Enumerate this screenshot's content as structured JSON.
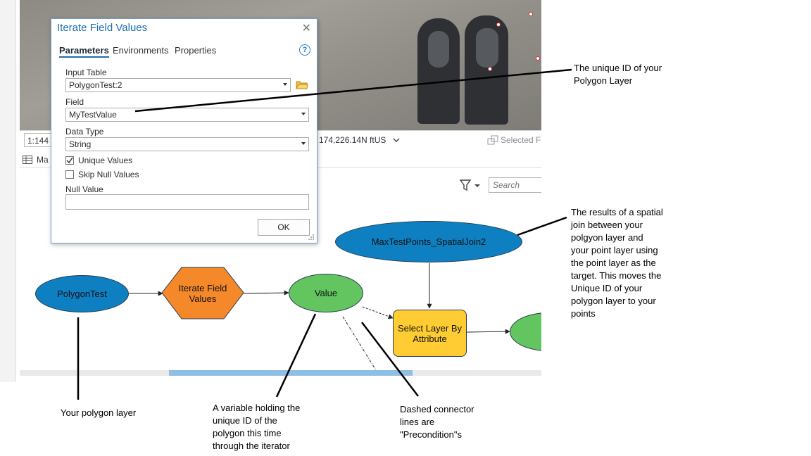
{
  "dialog": {
    "title": "Iterate Field Values",
    "close_glyph": "✕",
    "tabs": [
      "Parameters",
      "Environments",
      "Properties"
    ],
    "help_glyph": "?",
    "input_table_label": "Input Table",
    "input_table_value": "PolygonTest:2",
    "field_label": "Field",
    "field_value": "MyTestValue",
    "data_type_label": "Data Type",
    "data_type_value": "String",
    "unique_values_label": "Unique Values",
    "skip_null_label": "Skip Null Values",
    "null_value_label": "Null Value",
    "null_value_value": "",
    "ok_label": "OK",
    "checks": {
      "unique_values": true,
      "skip_null_values": false
    }
  },
  "map_status": {
    "scale": "1:144",
    "coords": "174,226.14N ftUS",
    "selected": "Selected F"
  },
  "panel": {
    "tab_label": "Ma",
    "search_placeholder": "Search"
  },
  "model": {
    "polygon_test": "PolygonTest",
    "iterate_field_values": "Iterate Field Values",
    "value": "Value",
    "spatial_join": "MaxTestPoints_SpatialJoin2",
    "select_layer": "Select Layer By Attribute"
  },
  "annotations": {
    "unique_id": [
      "The unique ID of your",
      "Polygon Layer"
    ],
    "spatial_join_note": [
      "The results of a spatial",
      "join between your",
      "polgyon layer and",
      "your point layer using",
      "the point layer as the",
      "target.  This moves the",
      "Unique ID of your",
      "polygon layer to your",
      "points"
    ],
    "polygon_layer": [
      "Your polygon layer"
    ],
    "variable_note": [
      "A variable holding the",
      "unique ID of the",
      "polygon this time",
      "through the iterator"
    ],
    "dashed_note": [
      "Dashed connector",
      "lines are",
      "\"Precondition\"s"
    ]
  },
  "colors": {
    "dialog_title": "#1f6fb3",
    "blue_node": "#0e80c2",
    "green_node": "#63c55f",
    "orange_node": "#f5892a",
    "yellow_node": "#ffcc33"
  },
  "icons": {
    "folder": "folder-icon",
    "help": "help-icon",
    "filter": "filter-icon",
    "table": "table-icon"
  }
}
